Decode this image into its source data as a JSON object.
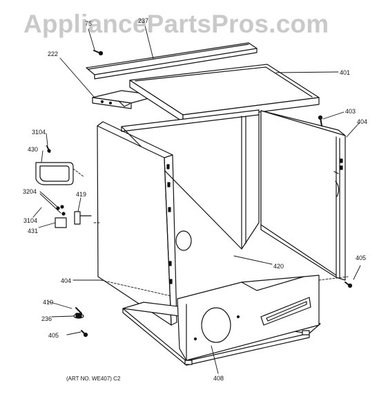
{
  "watermark": "AppliancePartsPros.com",
  "art_note": "(ART NO. WE407) C2",
  "callouts": {
    "c75": "75",
    "c237": "237",
    "c222": "222",
    "c401": "401",
    "c403": "403",
    "c404_right": "404",
    "c3104_top": "3104",
    "c430": "430",
    "c3204": "3204",
    "c419": "419",
    "c3104_mid": "3104",
    "c431": "431",
    "c420": "420",
    "c405_right": "405",
    "c404_left": "404",
    "c410": "410",
    "c236": "236",
    "c405_left": "405",
    "c408": "408"
  }
}
